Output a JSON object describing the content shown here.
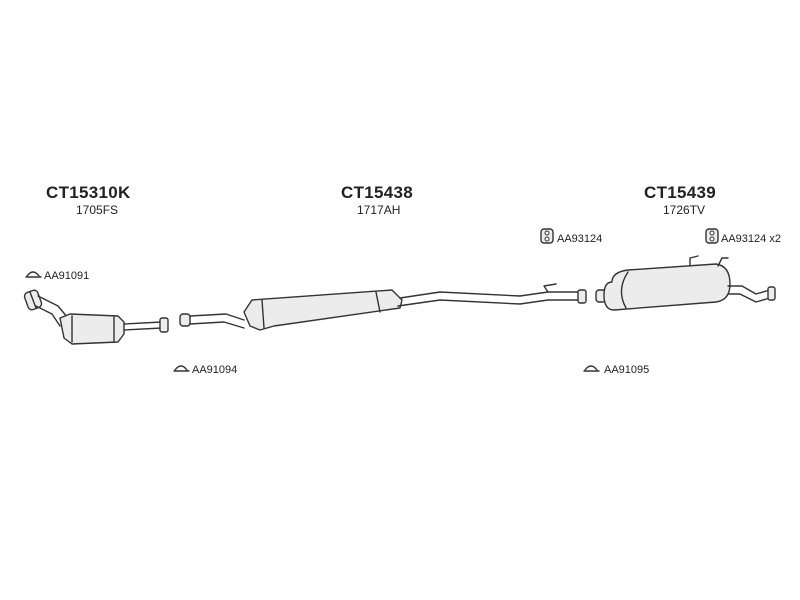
{
  "parts": [
    {
      "code": "CT15310K",
      "ref": "1705FS"
    },
    {
      "code": "CT15438",
      "ref": "1717AH"
    },
    {
      "code": "CT15439",
      "ref": "1726TV"
    }
  ],
  "accessories": [
    {
      "code": "AA91091",
      "icon": "clamp-icon"
    },
    {
      "code": "AA91094",
      "icon": "clamp-icon"
    },
    {
      "code": "AA93124",
      "icon": "rubber-hanger-icon"
    },
    {
      "code": "AA93124 x2",
      "icon": "rubber-hanger-icon"
    },
    {
      "code": "AA91095",
      "icon": "clamp-icon"
    }
  ]
}
